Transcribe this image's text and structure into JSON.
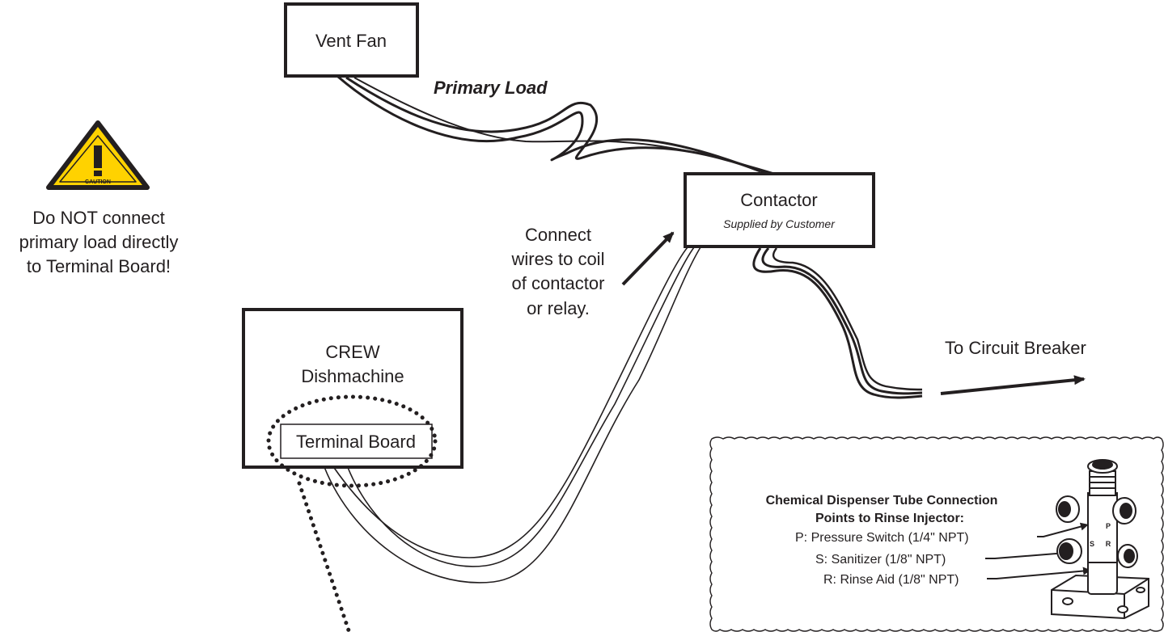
{
  "vent_fan": {
    "label": "Vent Fan"
  },
  "primary_load": {
    "label": "Primary Load"
  },
  "contactor": {
    "title": "Contactor",
    "subtitle": "Supplied by Customer"
  },
  "connect_note": {
    "lines": [
      "Connect",
      "wires to coil",
      "of contactor",
      "or relay."
    ]
  },
  "caution": {
    "badge_text": "CAUTION",
    "warning_lines": [
      "Do NOT connect",
      "primary load directly",
      "to Terminal Board!"
    ],
    "badge_color": "#ffd200"
  },
  "dishmachine": {
    "lines": [
      "CREW",
      "Dishmachine"
    ],
    "terminal_board": "Terminal Board"
  },
  "circuit_breaker": {
    "label": "To Circuit Breaker"
  },
  "injector_legend": {
    "title_lines": [
      "Chemical Dispenser Tube Connection",
      "Points to Rinse Injector:"
    ],
    "items": [
      "P: Pressure Switch (1/4\" NPT)",
      "S: Sanitizer (1/8\" NPT)",
      "R: Rinse Aid (1/8\" NPT)"
    ],
    "port_labels": [
      "P",
      "S",
      "R"
    ]
  }
}
